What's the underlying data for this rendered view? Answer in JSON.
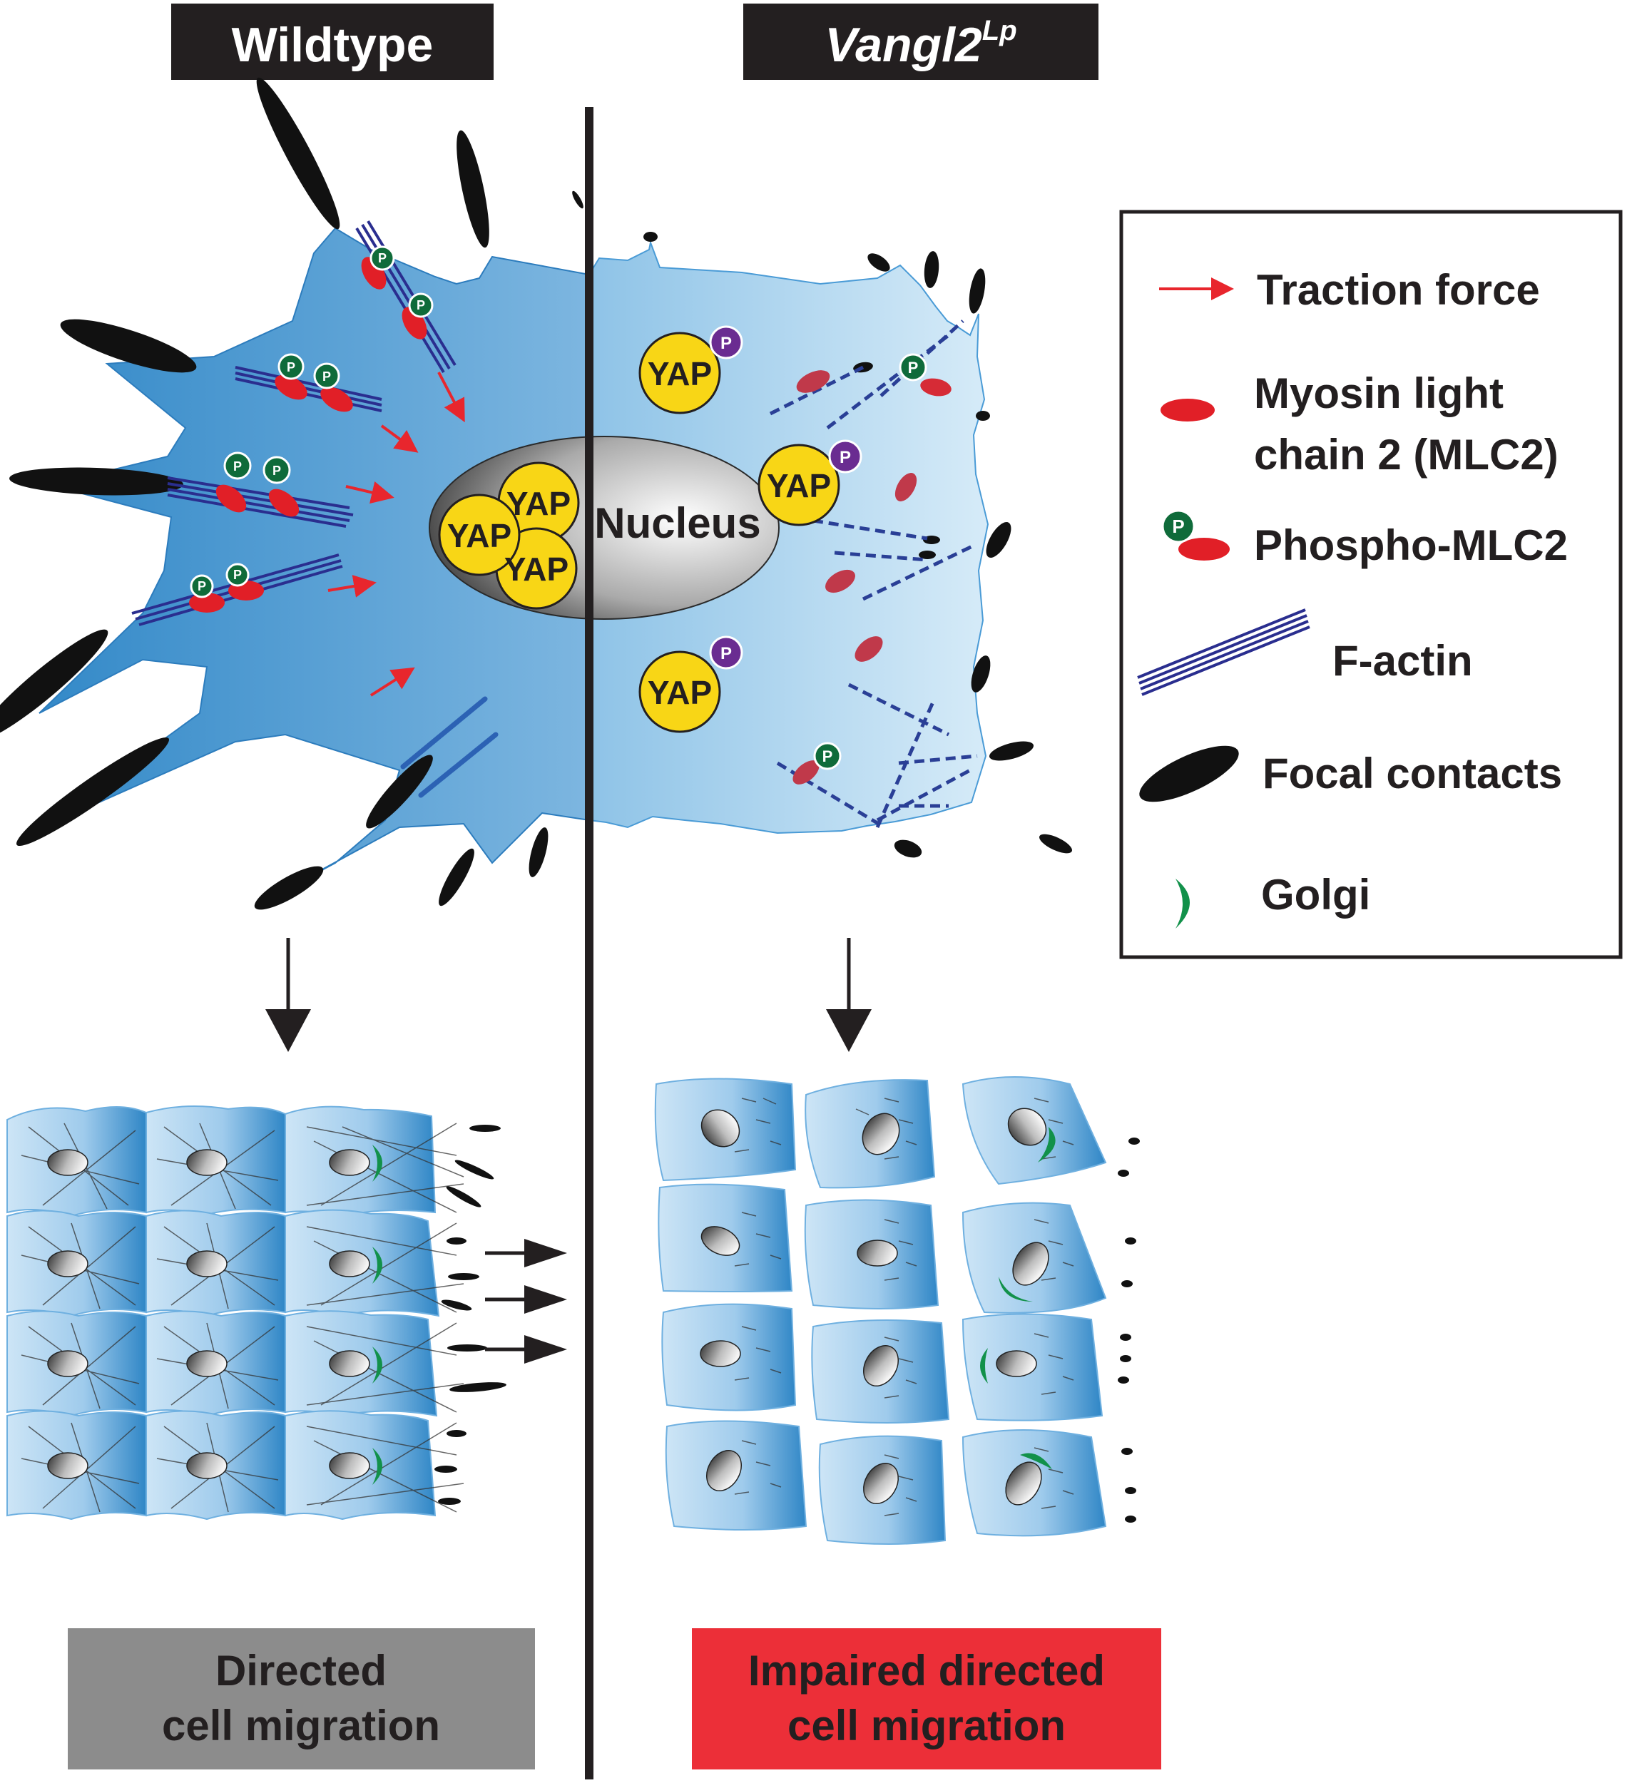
{
  "headers": {
    "wildtype": "Wildtype",
    "mutant_base": "Vangl2",
    "mutant_sup": "Lp"
  },
  "cell_labels": {
    "nucleus": "Nucleus",
    "yap": "YAP",
    "phospho": "P"
  },
  "legend": {
    "traction_force": "Traction force",
    "mlc2_line1": "Myosin light",
    "mlc2_line2": "chain 2 (MLC2)",
    "phospho_mlc2": "Phospho-MLC2",
    "f_actin": "F-actin",
    "focal_contacts": "Focal contacts",
    "golgi": "Golgi"
  },
  "outcomes": {
    "wildtype_line1": "Directed",
    "wildtype_line2": "cell migration",
    "mutant_line1": "Impaired directed",
    "mutant_line2": "cell migration"
  },
  "colors": {
    "cell_blue_dark": "#3a8cc9",
    "cell_blue_light": "#cfe6f6",
    "traction_red": "#e8262d",
    "mlc2_red": "#e11f27",
    "mlc2_muted": "#c0394a",
    "phospho_green": "#0f6b3a",
    "phospho_purple": "#6a2c91",
    "actin_navy": "#2a2e8f",
    "yap_yellow": "#f8d616",
    "golgi_green": "#12914a",
    "wt_box_gray": "#8c8c8c",
    "mutant_box_red": "#ec2f38"
  }
}
